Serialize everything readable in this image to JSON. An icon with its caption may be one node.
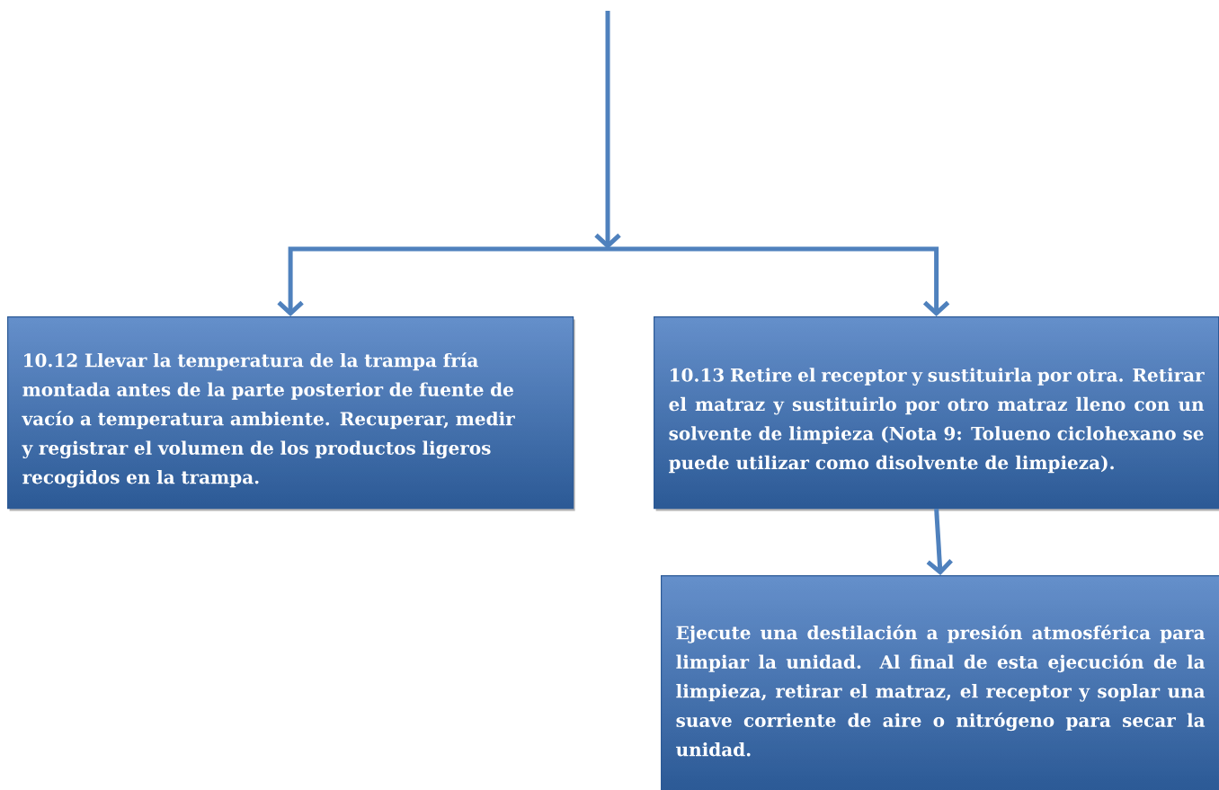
{
  "diagram": {
    "nodes": [
      {
        "text": [
          "10.12 Llevar la temperatura de la trampa fría montada antes de la parte posterior de fuente de vacío a temperatura ambiente. Recuperar, medir y registrar el volumen de los productos ligeros recogidos en la trampa."
        ]
      },
      {
        "text": [
          "10.13 Retire el receptor y sustituirla por otra. Retirar el matraz y sustituirlo por otro matraz lleno con un solvente de limpieza (Nota 9: Tolueno ciclohexano se puede utilizar como disolvente de limpieza)."
        ]
      },
      {
        "text": [
          "Ejecute una destilación a presión atmosférica para limpiar la unidad. Al final de esta ejecución de la limpieza, retirar el matraz, el receptor y soplar una suave corriente de aire o nitrógeno para secar la unidad."
        ]
      }
    ],
    "edges": [
      {
        "from": null,
        "to": 0,
        "arrow": "to"
      },
      {
        "from": null,
        "to": 1,
        "arrow": "to"
      },
      {
        "from": 1,
        "to": 2,
        "arrow": "to"
      }
    ]
  }
}
